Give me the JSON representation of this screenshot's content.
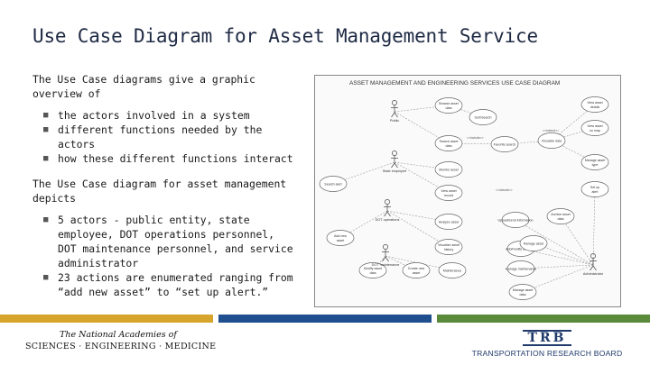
{
  "title": "Use Case Diagram for Asset Management Service",
  "intro": "The Use Case diagrams give a graphic overview of",
  "intro_bullets": [
    "the actors involved in a system",
    "different functions needed by the actors",
    "how these different functions interact"
  ],
  "depicts": "The Use Case diagram for asset management depicts",
  "depicts_bullets": [
    "5 actors - public entity, state employee, DOT operations personnel, DOT maintenance personnel, and service administrator",
    "23 actions are enumerated ranging from “add new asset” to “set up alert.”"
  ],
  "diagram": {
    "title": "ASSET MANAGEMENT AND ENGINEERING SERVICES USE CASE DIAGRAM",
    "actors": [
      {
        "id": "public",
        "label": "Public"
      },
      {
        "id": "employee",
        "label": "State employee"
      },
      {
        "id": "ops",
        "label": "DOT operations"
      },
      {
        "id": "maint",
        "label": "DOT maintenance"
      },
      {
        "id": "admin",
        "label": "Administrator"
      }
    ],
    "use_cases": [
      {
        "id": "browse",
        "label": "Browse asset data"
      },
      {
        "id": "sort",
        "label": "Sort/Search"
      },
      {
        "id": "viewmap",
        "label": "View asset on map"
      },
      {
        "id": "search",
        "label": "Search asset data"
      },
      {
        "id": "favorite",
        "label": "Favorite search"
      },
      {
        "id": "visualize",
        "label": "Visualize data"
      },
      {
        "id": "monitor",
        "label": "Monitor asset"
      },
      {
        "id": "viewdetail",
        "label": "View asset details"
      },
      {
        "id": "viewasset",
        "label": "View asset record"
      },
      {
        "id": "alert",
        "label": "Search alert"
      },
      {
        "id": "history",
        "label": "Visualize asset history"
      },
      {
        "id": "analyze",
        "label": "Analyze asset"
      },
      {
        "id": "update",
        "label": "Upload/send information"
      },
      {
        "id": "archive",
        "label": "Archive asset data"
      },
      {
        "id": "attributes",
        "label": "Add/modify attributes"
      },
      {
        "id": "add",
        "label": "Add new asset"
      },
      {
        "id": "modify",
        "label": "Modify asset data"
      },
      {
        "id": "create",
        "label": "Create new asset"
      },
      {
        "id": "maintenance",
        "label": "Maintenance"
      },
      {
        "id": "manage1",
        "label": "Manage asset"
      },
      {
        "id": "manage2",
        "label": "Manage maintenance"
      },
      {
        "id": "manage3",
        "label": "Manage asset data"
      },
      {
        "id": "manage4",
        "label": "Manage asset type"
      },
      {
        "id": "setup",
        "label": "Set up alert"
      }
    ],
    "stereotypes": [
      "<<include>>",
      "<<extend>>"
    ]
  },
  "footer": {
    "nas_line1": "The National Academies of",
    "nas_line2": "SCIENCES · ENGINEERING · MEDICINE",
    "trb_mark": "TRB",
    "trb_name": "TRANSPORTATION RESEARCH BOARD"
  },
  "colors": {
    "title": "#1f2a44",
    "gold": "#d7a52b",
    "blue": "#1f4f8f",
    "green": "#5a8a3a",
    "trb": "#1f3a6b"
  }
}
